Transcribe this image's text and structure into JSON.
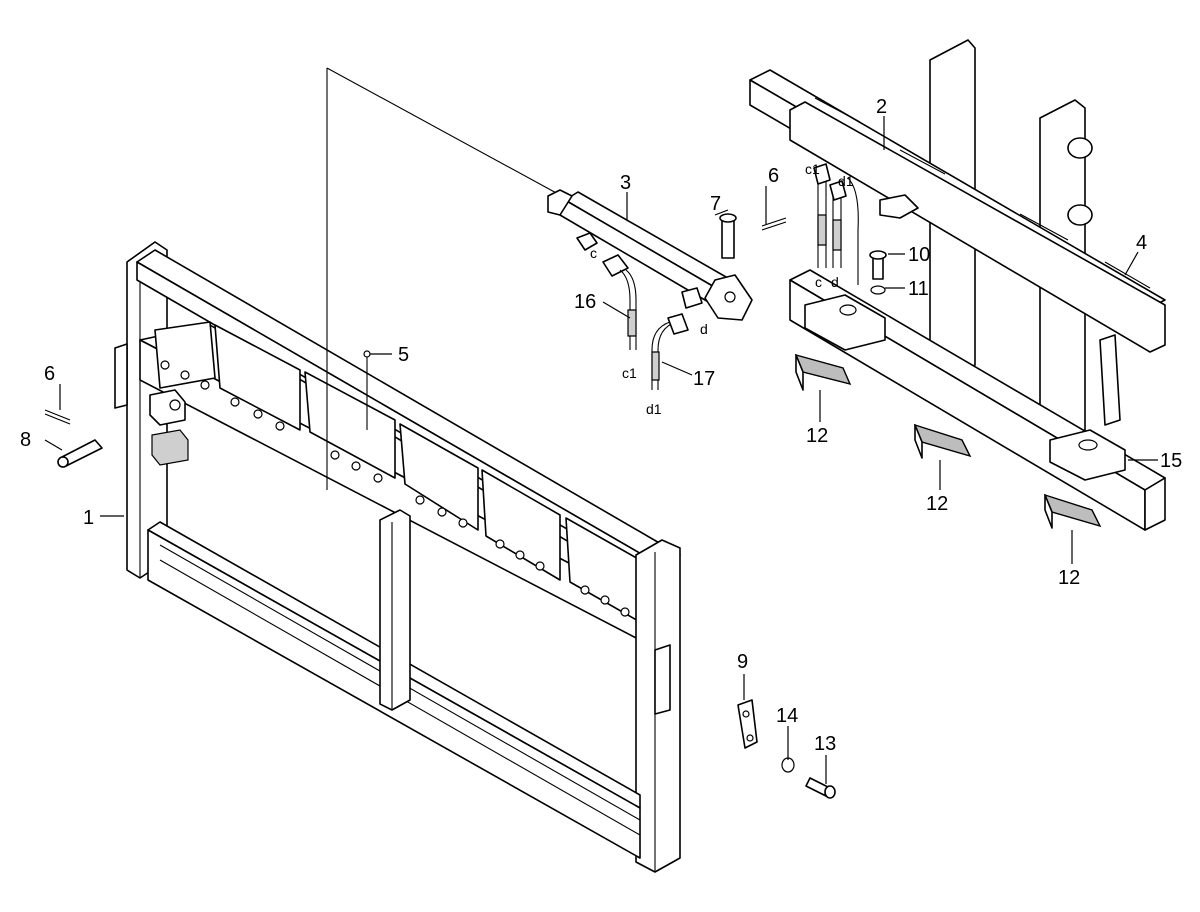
{
  "callouts": [
    {
      "id": "1",
      "text": "1"
    },
    {
      "id": "2",
      "text": "2"
    },
    {
      "id": "3",
      "text": "3"
    },
    {
      "id": "4",
      "text": "4"
    },
    {
      "id": "5",
      "text": "5"
    },
    {
      "id": "6a",
      "text": "6"
    },
    {
      "id": "6b",
      "text": "6"
    },
    {
      "id": "7",
      "text": "7"
    },
    {
      "id": "8",
      "text": "8"
    },
    {
      "id": "9",
      "text": "9"
    },
    {
      "id": "10",
      "text": "10"
    },
    {
      "id": "11",
      "text": "11"
    },
    {
      "id": "12a",
      "text": "12"
    },
    {
      "id": "12b",
      "text": "12"
    },
    {
      "id": "12c",
      "text": "12"
    },
    {
      "id": "13",
      "text": "13"
    },
    {
      "id": "14",
      "text": "14"
    },
    {
      "id": "15",
      "text": "15"
    },
    {
      "id": "16",
      "text": "16"
    },
    {
      "id": "17",
      "text": "17"
    }
  ],
  "port_labels": {
    "c_cyl": "c",
    "d_cyl": "d",
    "c1_hose": "c1",
    "d1_hose": "d1",
    "c1_top": "c1",
    "d1_top": "d1",
    "c_top": "c",
    "d_top": "d"
  }
}
